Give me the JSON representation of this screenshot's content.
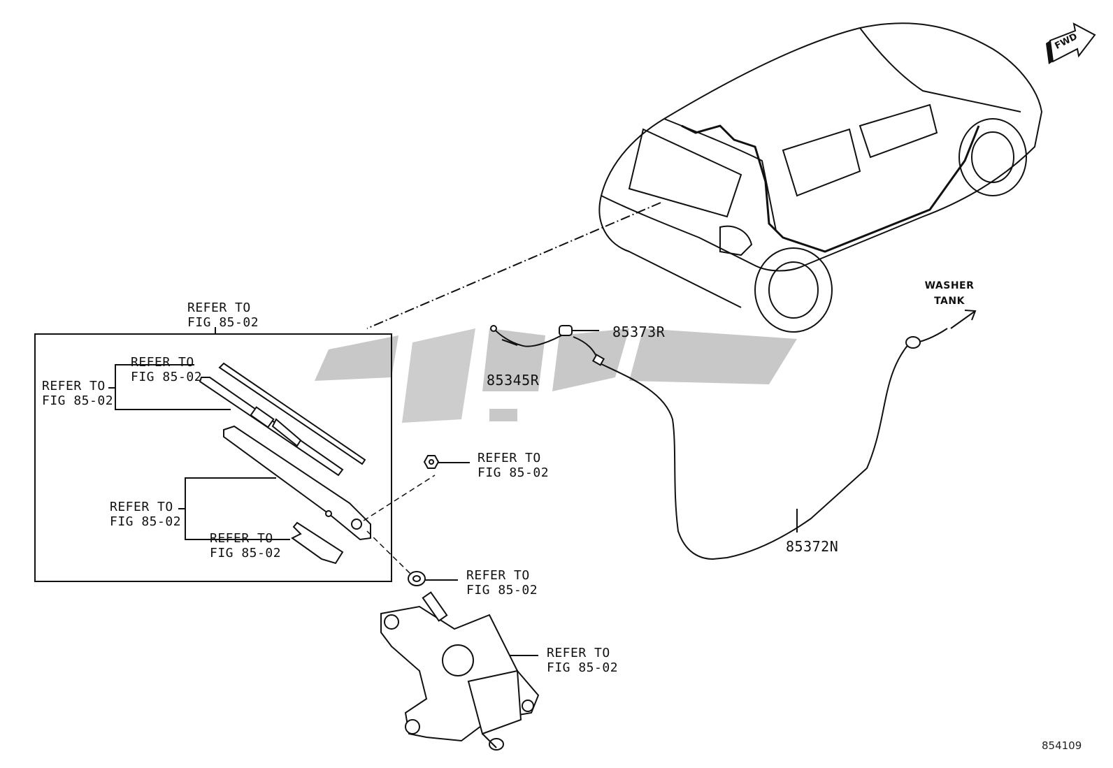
{
  "refer": {
    "line1": "REFER TO",
    "line2": "FIG 85-02"
  },
  "parts": {
    "p85373R": "85373R",
    "p85345R": "85345R",
    "p85372N": "85372N"
  },
  "washer": {
    "line1": "WASHER",
    "line2": "TANK"
  },
  "fwd": "FWD",
  "diagram_code": "854109",
  "watermark_icon": "brand-watermark-icon"
}
